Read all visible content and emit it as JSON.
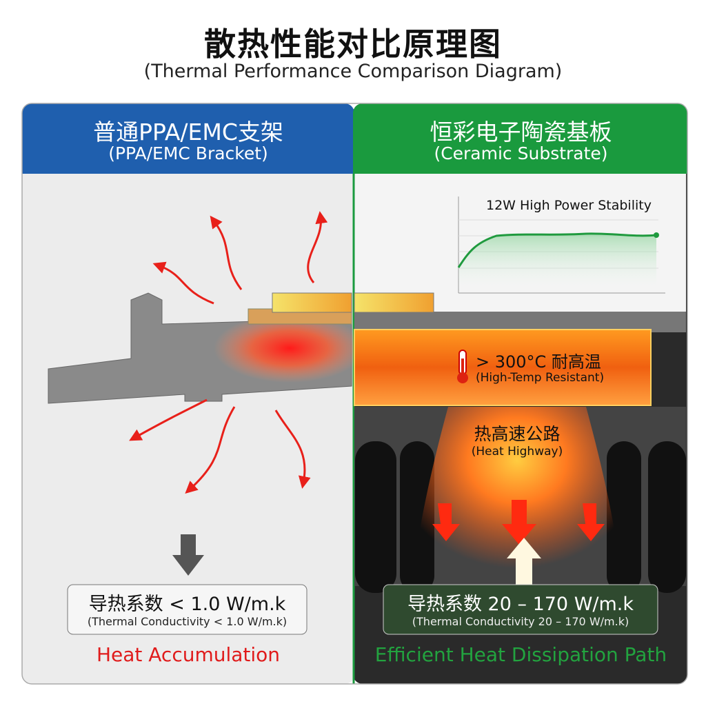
{
  "title": "散热性能对比原理图",
  "subtitle": "(Thermal Performance Comparison Diagram)",
  "left_panel": {
    "header_cn": "普通PPA/EMC支架",
    "header_en": "(PPA/EMC Bracket)",
    "header_color": "#1f5fae",
    "conductivity_cn": "导热系数 < 1.0 W/m.k",
    "conductivity_en": "(Thermal Conductivity < 1.0 W/m.k)",
    "result": "Heat Accumulation",
    "result_color": "#e01b1b"
  },
  "right_panel": {
    "header_cn": "恒彩电子陶瓷基板",
    "header_en": "(Ceramic Substrate)",
    "header_color": "#1a9a3e",
    "chart_label": "12W High Power Stability",
    "temp_cn": "> 300°C 耐高温",
    "temp_en": "(High-Temp Resistant)",
    "highway_cn": "热高速公路",
    "highway_en": "(Heat Highway)",
    "conductivity_cn": "导热系数 20 – 170 W/m.k",
    "conductivity_en": "(Thermal Conductivity 20 – 170 W/m.k)",
    "result": "Efficient Heat Dissipation Path",
    "result_color": "#22a33f"
  },
  "icons": [
    "thermometer-icon",
    "heat-arrow-icon",
    "down-arrow-icon",
    "up-arrow-icon"
  ]
}
